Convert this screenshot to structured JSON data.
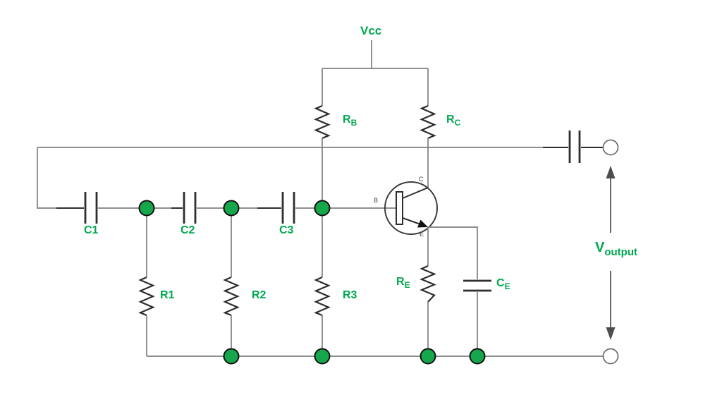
{
  "diagram": {
    "type": "circuit-schematic",
    "subject": "RC phase shift oscillator using BJT"
  },
  "labels": {
    "vcc": "Vcc",
    "rb_main": "R",
    "rb_sub": "B",
    "rc_main": "R",
    "rc_sub": "C",
    "c1": "C1",
    "c2": "C2",
    "c3": "C3",
    "r1": "R1",
    "r2": "R2",
    "r3": "R3",
    "re_main": "R",
    "re_sub": "E",
    "ce_main": "C",
    "ce_sub": "E",
    "vout_main": "V",
    "vout_sub": "output",
    "transistor_base": "B",
    "transistor_collector": "C",
    "transistor_emitter": "E"
  },
  "icons": {
    "junction_dot": "filled-green-circle",
    "terminal": "open-circle",
    "voutput_arrow": "double-headed-vertical-arrow"
  },
  "colors": {
    "green": "#00a84f",
    "dot_fill": "#16a74c",
    "dot_stroke": "#111111",
    "wire": "#7f7f7f",
    "dark": "#2e2e2e",
    "arrow": "#4d4d4d",
    "pin_text": "#444444",
    "bg": "#ffffff"
  }
}
